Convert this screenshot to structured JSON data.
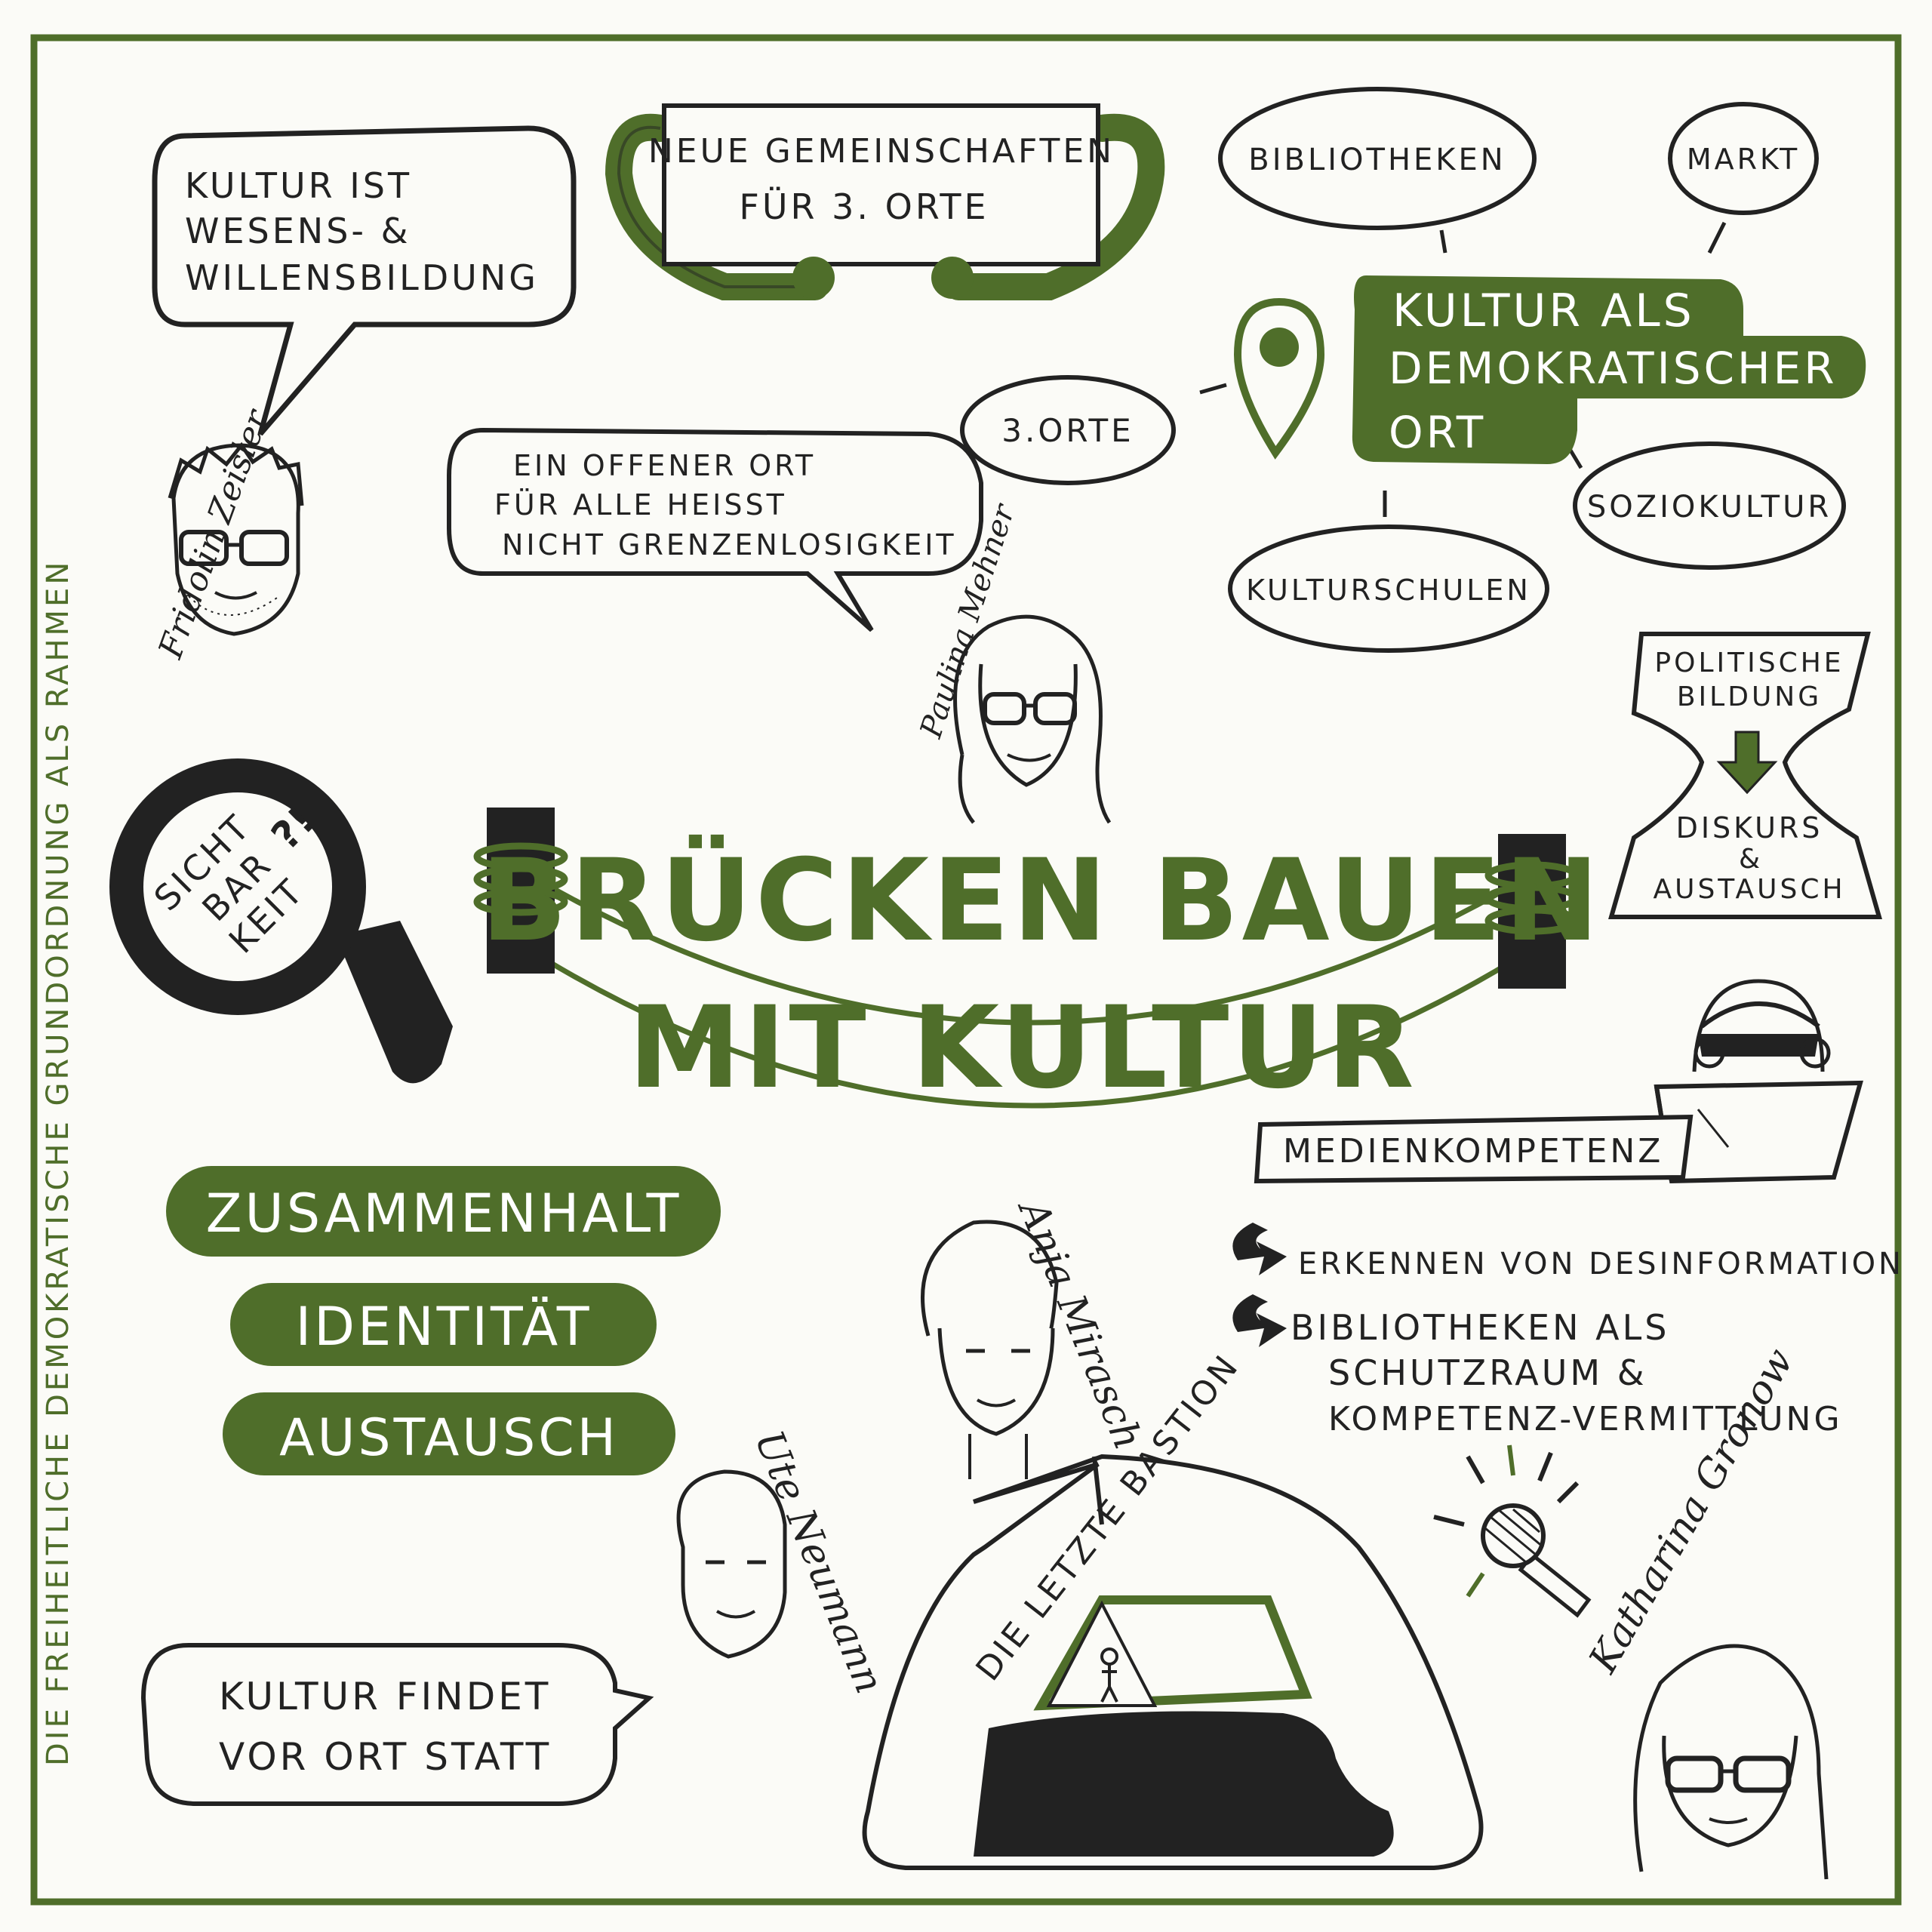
{
  "side_caption": "Die freiheitliche demokratische Grundordnung als Rahmen",
  "title_line1": "Brücken bauen",
  "title_line2": "mit Kultur",
  "fridolin": {
    "name": "Fridolin Zeisler",
    "quote_line1": "Kultur ist",
    "quote_line2": "Wesens- &",
    "quote_line3": "Willensbildung"
  },
  "gemeinschaften": {
    "line1": "Neue Gemeinschaften",
    "line2": "für 3. Orte"
  },
  "paulina": {
    "name": "Paulina Mehner",
    "quote_line1": "Ein offener Ort",
    "quote_line2": "für alle heisst",
    "quote_line3": "nicht Grenzenlosigkeit"
  },
  "mindmap": {
    "center_line1": "Kultur als",
    "center_line2": "demokratischer",
    "center_line3": "Ort",
    "nodes": [
      "Bibliotheken",
      "Markt",
      "3.Orte",
      "Soziokultur",
      "Kulturschulen"
    ],
    "accent": "#4f6e2a"
  },
  "lupe": {
    "line1": "Sicht",
    "line2": "bar",
    "line3": "keit",
    "mark": "?!"
  },
  "politische": {
    "top_line1": "Politische",
    "top_line2": "Bildung",
    "bottom_line1": "Diskurs",
    "bottom_line2": "&",
    "bottom_line3": "Austausch"
  },
  "medien": {
    "label": "Medienkompetenz",
    "point1": "Erkennen von Desinformation",
    "point2_line1": "Bibliotheken als",
    "point2_line2": "Schutzraum &",
    "point2_line3": "Kompetenz-vermittlung"
  },
  "values": [
    "Zusammenhalt",
    "Identität",
    "Austausch"
  ],
  "anja": {
    "name": "Anja Mirasch"
  },
  "ute": {
    "name": "Ute Neumann",
    "quote_line1": "Kultur findet",
    "quote_line2": "vor Ort statt"
  },
  "bastion": {
    "label": "Die letzte Bastion"
  },
  "katharina": {
    "name": "Katharina Gronow"
  },
  "colors": {
    "green": "#4f6e2a",
    "ink": "#222222",
    "paper": "#fbfbf7"
  }
}
